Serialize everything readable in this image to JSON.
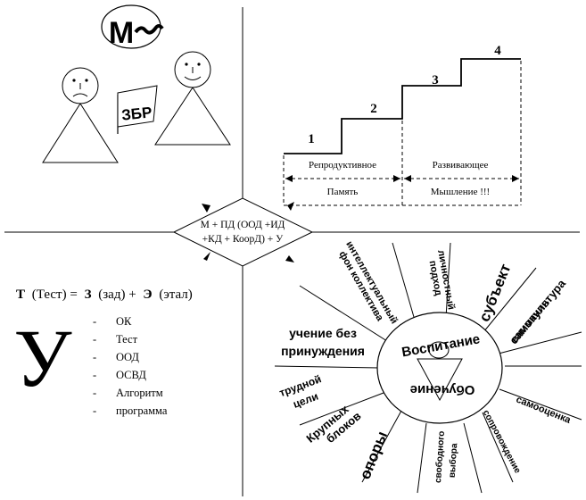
{
  "top_left": {
    "speech_letter": "М",
    "speech_squiggle": "~",
    "flag_text": "ЗБР"
  },
  "steps": {
    "numbers": [
      "1",
      "2",
      "3",
      "4"
    ],
    "left_label": "Репродуктивное",
    "right_label": "Развивающее",
    "left_bracket": "Память",
    "right_bracket": "Мышление !!!"
  },
  "center_formula": {
    "line1": "М + ПД (ООД +ИД",
    "line2": "+КД + КоорД) + У"
  },
  "test_formula": {
    "T": "Т",
    "test_word": "(Тест) =",
    "Z": "З",
    "zad": "(зад) +",
    "E": "Э",
    "etal": "(этал)"
  },
  "big_letter": "У",
  "list_items": [
    "ОК",
    "Тест",
    "ООД",
    "ОСВД",
    "Алгоритм",
    "программа"
  ],
  "circle": {
    "top_word": "Воспитание",
    "bottom_word": "Обучение"
  },
  "rays": {
    "intellect": "интеллектуальный",
    "fon": "фон коллектива",
    "lichnost": "личностный",
    "podhod": "подход",
    "subekt": "субъект",
    "samokultura": "самокультура",
    "vnimaniya": "внимания",
    "uchenie1": "учение без",
    "uchenie2": "принуждения",
    "trudnoy": "трудной",
    "celi": "цели",
    "krupnyh": "Крупных",
    "blokov": "блоков",
    "opory": "опоры",
    "svobodnogo": "свободного",
    "vybora": "выбора",
    "soprovozhdenie": "сопровождение",
    "samooценка": "самооценка"
  }
}
